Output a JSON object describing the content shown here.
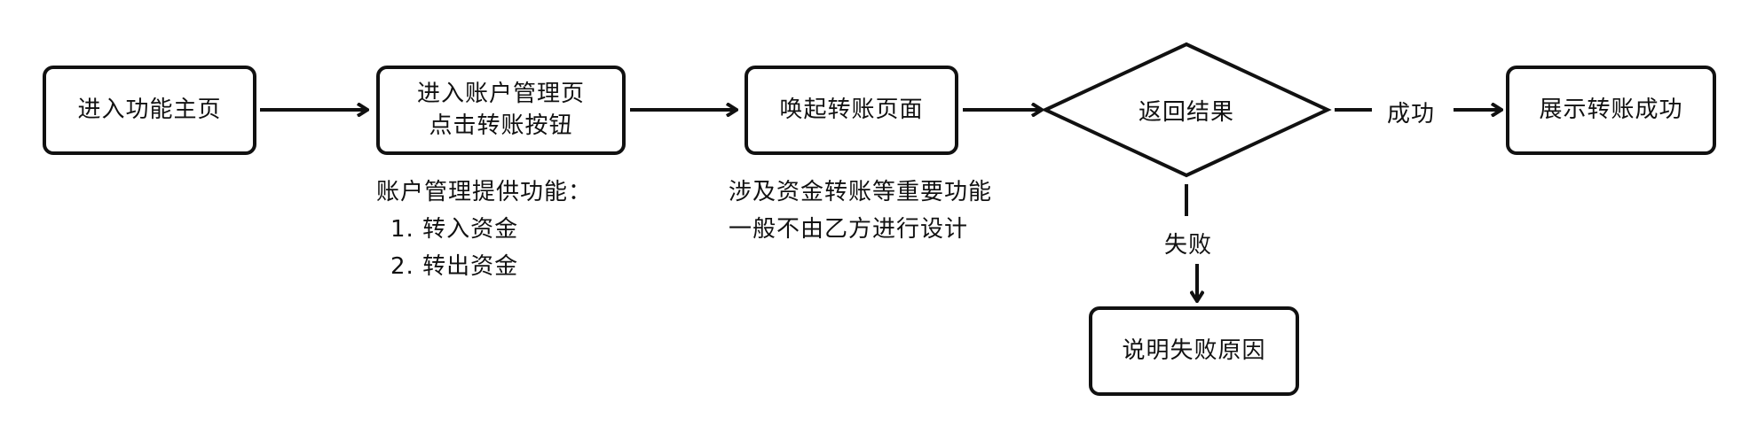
{
  "nodes": {
    "home": {
      "label": "进入功能主页"
    },
    "account": {
      "line1": "进入账户管理页",
      "line2": "点击转账按钮"
    },
    "transfer_page": {
      "label": "唤起转账页面"
    },
    "result": {
      "label": "返回结果"
    },
    "success_page": {
      "label": "展示转账成功"
    },
    "failure_page": {
      "label": "说明失败原因"
    }
  },
  "edges": {
    "success": "成功",
    "failure": "失败"
  },
  "notes": {
    "account_features": {
      "title": "账户管理提供功能：",
      "items": [
        "1. 转入资金",
        "2. 转出资金"
      ]
    },
    "transfer_note": {
      "line1": "涉及资金转账等重要功能",
      "line2": "一般不由乙方进行设计"
    }
  },
  "colors": {
    "stroke": "#111111",
    "background": "#ffffff"
  }
}
